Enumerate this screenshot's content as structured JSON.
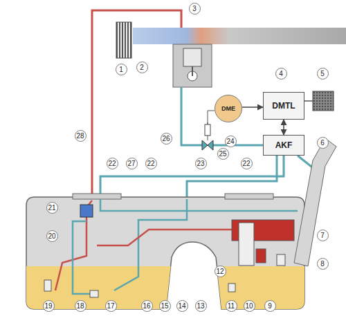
{
  "diagram": {
    "nodes": [
      {
        "text": [
          "DMTL"
        ]
      },
      {
        "text": [
          "AKF"
        ]
      },
      {
        "text": [
          "DME"
        ]
      }
    ],
    "edges": [
      {
        "from": 2,
        "to": 0,
        "arrow": "to"
      },
      {
        "from": 0,
        "to": 1,
        "arrow": "both"
      }
    ],
    "labels": [
      "1",
      "2",
      "3",
      "4",
      "5",
      "6",
      "7",
      "8",
      "9",
      "10",
      "11",
      "12",
      "13",
      "14",
      "15",
      "16",
      "17",
      "18",
      "19",
      "20",
      "21",
      "22",
      "22",
      "22",
      "23",
      "24",
      "25",
      "26",
      "27",
      "28"
    ]
  }
}
